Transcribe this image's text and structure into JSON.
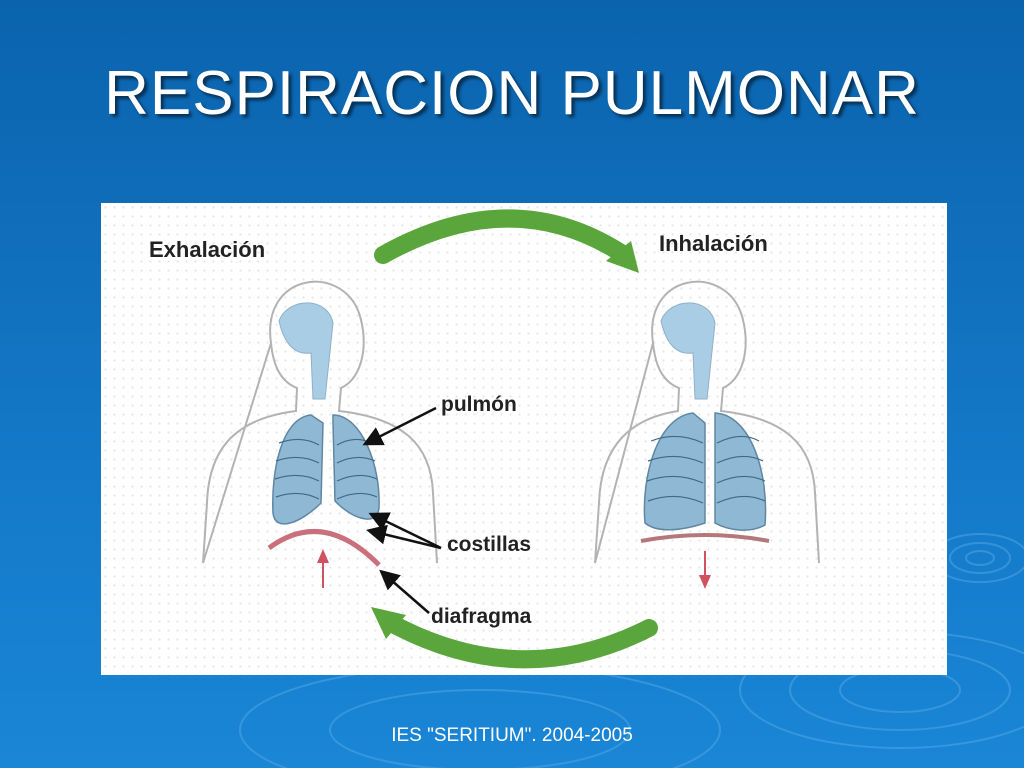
{
  "slide": {
    "title": "RESPIRACION PULMONAR",
    "footer": "IES \"SERITIUM\". 2004-2005"
  },
  "diagram": {
    "states": [
      "Exhalación",
      "Inhalación"
    ],
    "labels": {
      "lung": "pulmón",
      "ribs": "costillas",
      "diaphragm": "diafragma"
    }
  },
  "colors": {
    "background": "#1377c6",
    "cycle_arrow": "#5aa63c",
    "lung": "#8fb8d4",
    "airway": "#a9cde4",
    "diaphragm_exhale": "#c9707c",
    "diaphragm_inhale": "#b4787a",
    "motion_arrow": "#d0525e"
  }
}
